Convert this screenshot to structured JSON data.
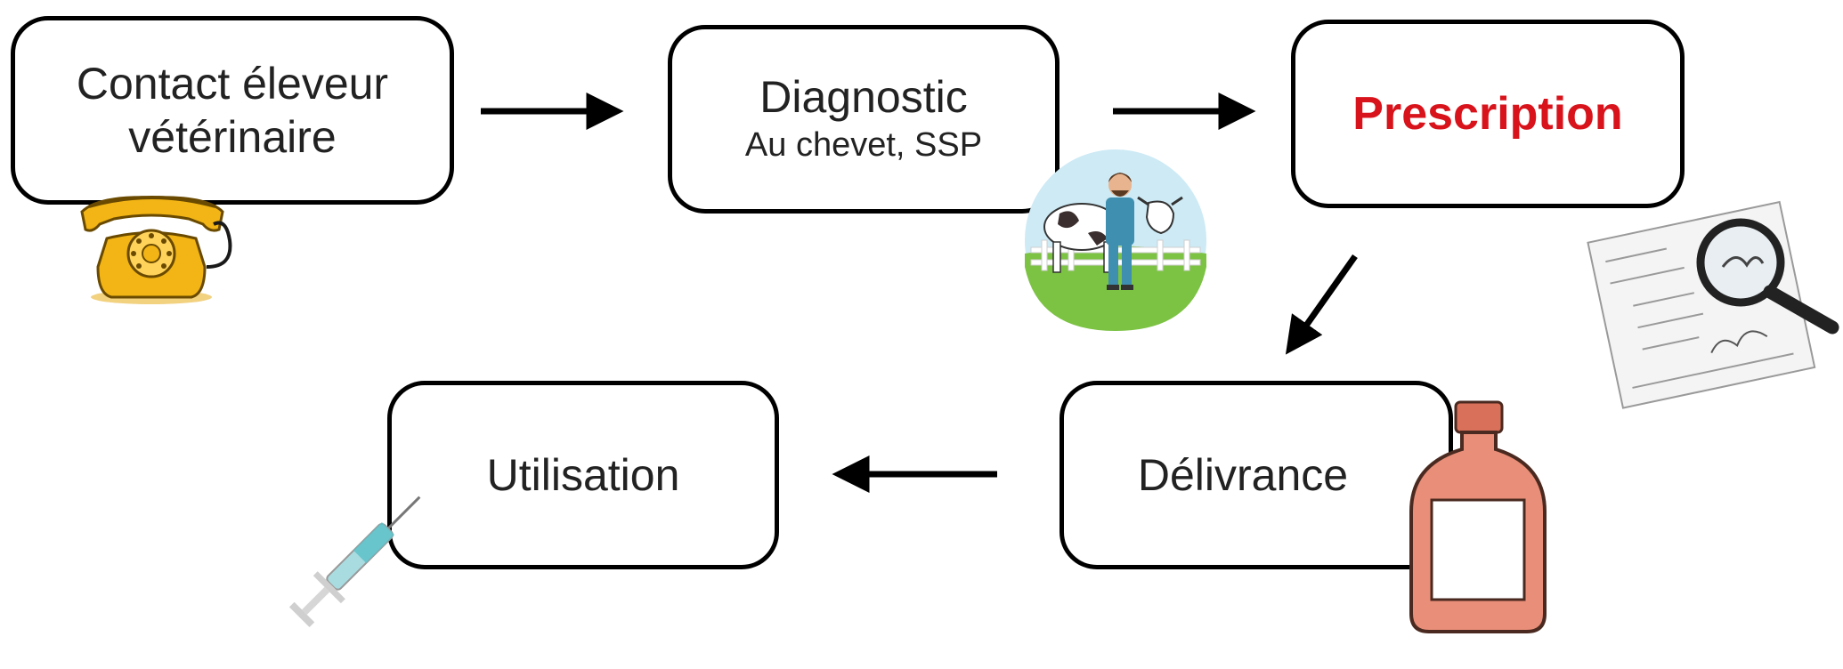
{
  "steps": [
    {
      "title": "Contact éleveur vétérinaire",
      "line1": "Contact éleveur",
      "line2": "vétérinaire",
      "icon": "telephone-icon"
    },
    {
      "title": "Diagnostic",
      "subtitle": "Au chevet, SSP",
      "icon": "vet-with-cow-icon"
    },
    {
      "title": "Prescription",
      "icon": "prescription-magnifier-icon",
      "accent": "#d8131b"
    },
    {
      "title": "Délivrance",
      "icon": "medicine-bottle-icon"
    },
    {
      "title": "Utilisation",
      "icon": "syringe-icon"
    }
  ],
  "colors": {
    "border": "#000000",
    "text": "#222222",
    "accent": "#d8131b",
    "phone": "#f2b515",
    "bottle": "#e98e78"
  }
}
